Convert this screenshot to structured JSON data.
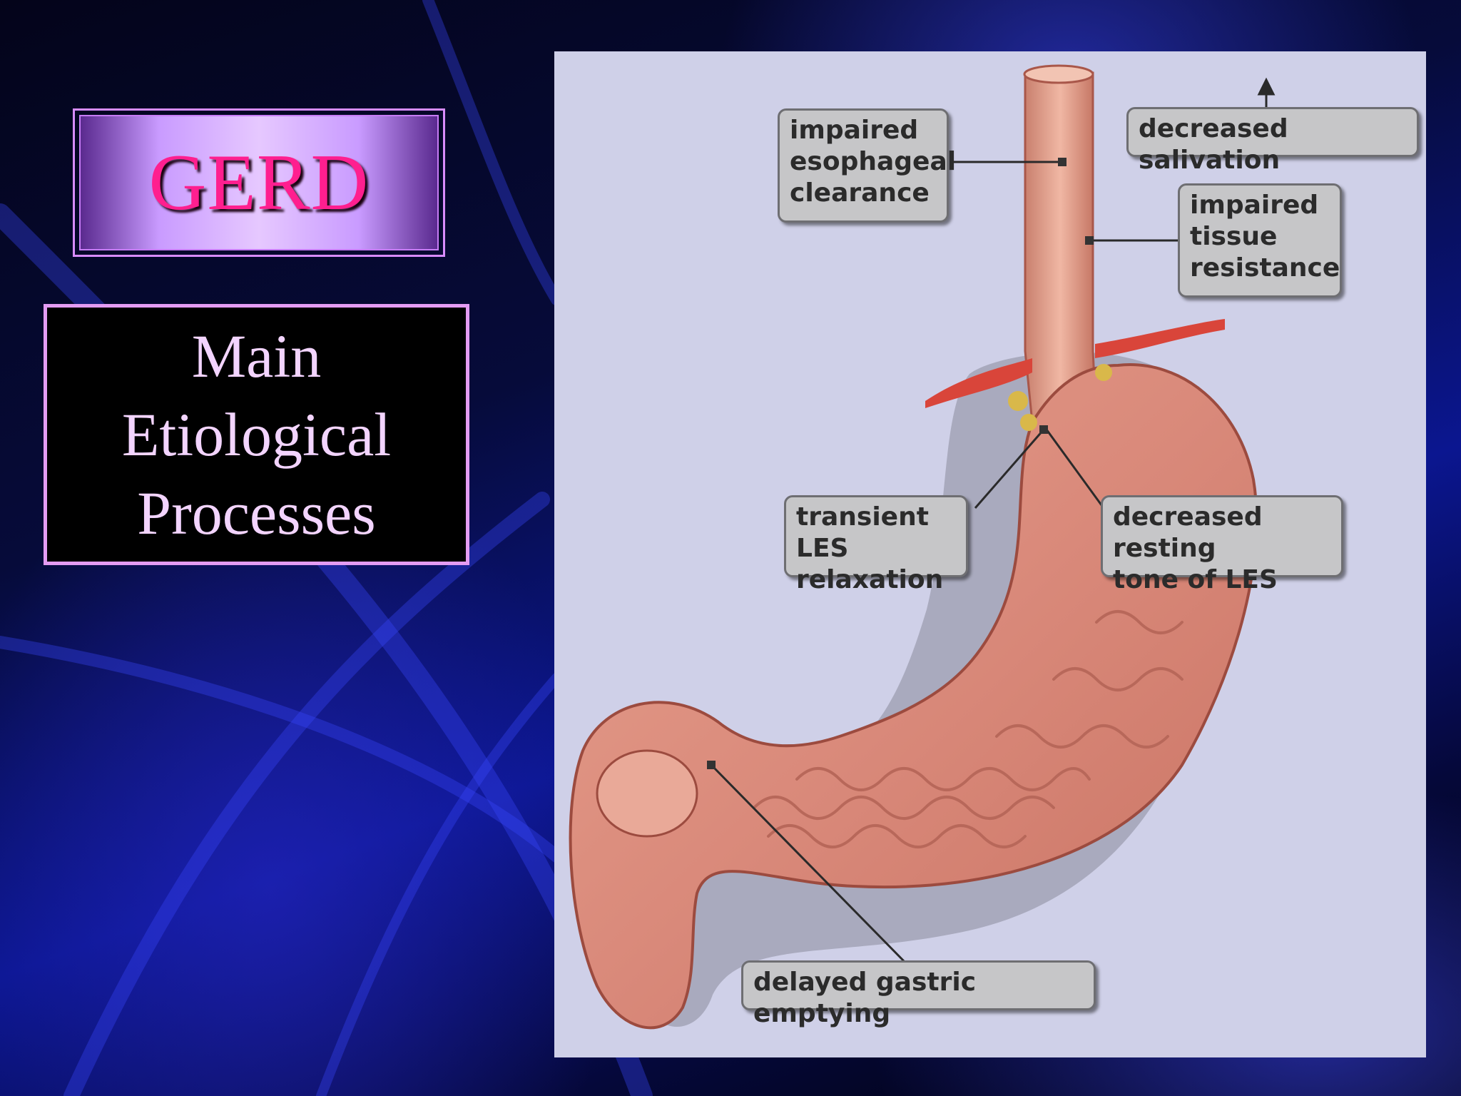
{
  "slide": {
    "title": "GERD",
    "subtitle_lines": [
      "Main",
      "Etiological",
      "Processes"
    ]
  },
  "figure": {
    "callouts": {
      "impaired_clearance": "impaired\nesophageal\nclearance",
      "decreased_salivation": "decreased salivation",
      "impaired_tissue": "impaired\ntissue\nresistance",
      "transient_les": "transient LES\nrelaxation",
      "decreased_tone": "decreased resting\ntone of LES",
      "delayed_emptying": "delayed gastric emptying"
    }
  },
  "colors": {
    "title": "#ff1f8f",
    "frame": "#e49cf3",
    "stomach": "#d98a78",
    "callout_fill": "#c6c6c8"
  }
}
